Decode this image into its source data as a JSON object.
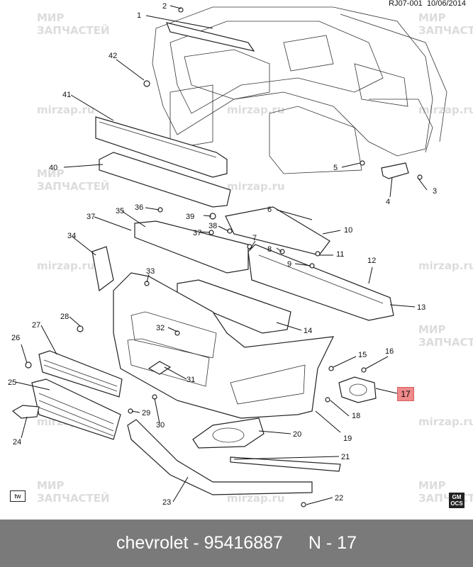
{
  "diagram": {
    "code": "RJ07-001",
    "date": "10/06/2014",
    "tw_label": "tw",
    "gm_logo": [
      "GM",
      "OCS"
    ],
    "highlight_label": "17",
    "callouts": [
      "1",
      "2",
      "3",
      "4",
      "5",
      "6",
      "7",
      "8",
      "9",
      "10",
      "11",
      "12",
      "13",
      "14",
      "15",
      "16",
      "18",
      "19",
      "20",
      "21",
      "22",
      "23",
      "24",
      "25",
      "26",
      "27",
      "28",
      "29",
      "30",
      "31",
      "32",
      "33",
      "34",
      "35",
      "36",
      "37",
      "38",
      "39",
      "40",
      "41",
      "42"
    ]
  },
  "watermarks": {
    "ru_line1": "МИР",
    "ru_line2": "ЗАПЧАСТЕЙ",
    "domain": "mirzap.ru"
  },
  "footer": {
    "brand": "chevrolet",
    "separator": "-",
    "part_number": "95416887",
    "ref": "N - 17"
  }
}
